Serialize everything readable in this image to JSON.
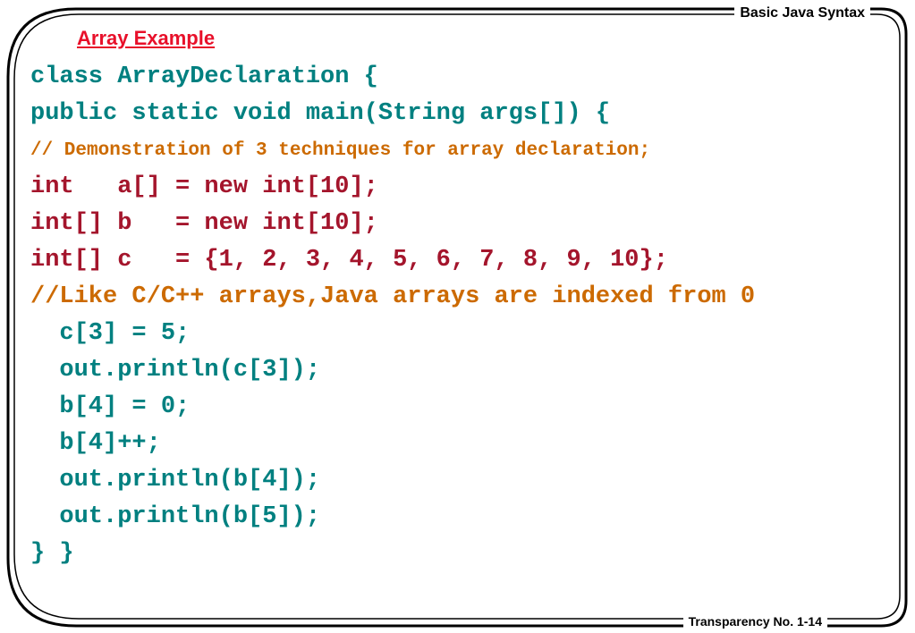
{
  "header": {
    "section": "Basic Java Syntax"
  },
  "footer": {
    "transparency": "Transparency No. 1-14"
  },
  "slide": {
    "title": "Array Example"
  },
  "colors": {
    "keyword": "#008080",
    "declaration": "#a4152c",
    "comment": "#cc6a00",
    "title": "#e8102a"
  },
  "code_lines": [
    {
      "text": "class ArrayDeclaration {",
      "style": "teal"
    },
    {
      "text": "public static void main(String args[]) {",
      "style": "teal"
    },
    {
      "text": "// Demonstration of 3 techniques for array declaration;",
      "style": "orange small"
    },
    {
      "text": "int   a[] = new int[10];",
      "style": "crimson"
    },
    {
      "text": "int[] b   = new int[10];",
      "style": "crimson"
    },
    {
      "text": "int[] c   = {1, 2, 3, 4, 5, 6, 7, 8, 9, 10};",
      "style": "crimson"
    },
    {
      "text": "//Like C/C++ arrays,Java arrays are indexed from 0",
      "style": "orange"
    },
    {
      "text": "  c[3] = 5;",
      "style": "teal"
    },
    {
      "text": "  out.println(c[3]);",
      "style": "teal"
    },
    {
      "text": "  b[4] = 0;",
      "style": "teal"
    },
    {
      "text": "  b[4]++;",
      "style": "teal"
    },
    {
      "text": "  out.println(b[4]);",
      "style": "teal"
    },
    {
      "text": "  out.println(b[5]);",
      "style": "teal"
    },
    {
      "text": "} }",
      "style": "teal"
    }
  ]
}
